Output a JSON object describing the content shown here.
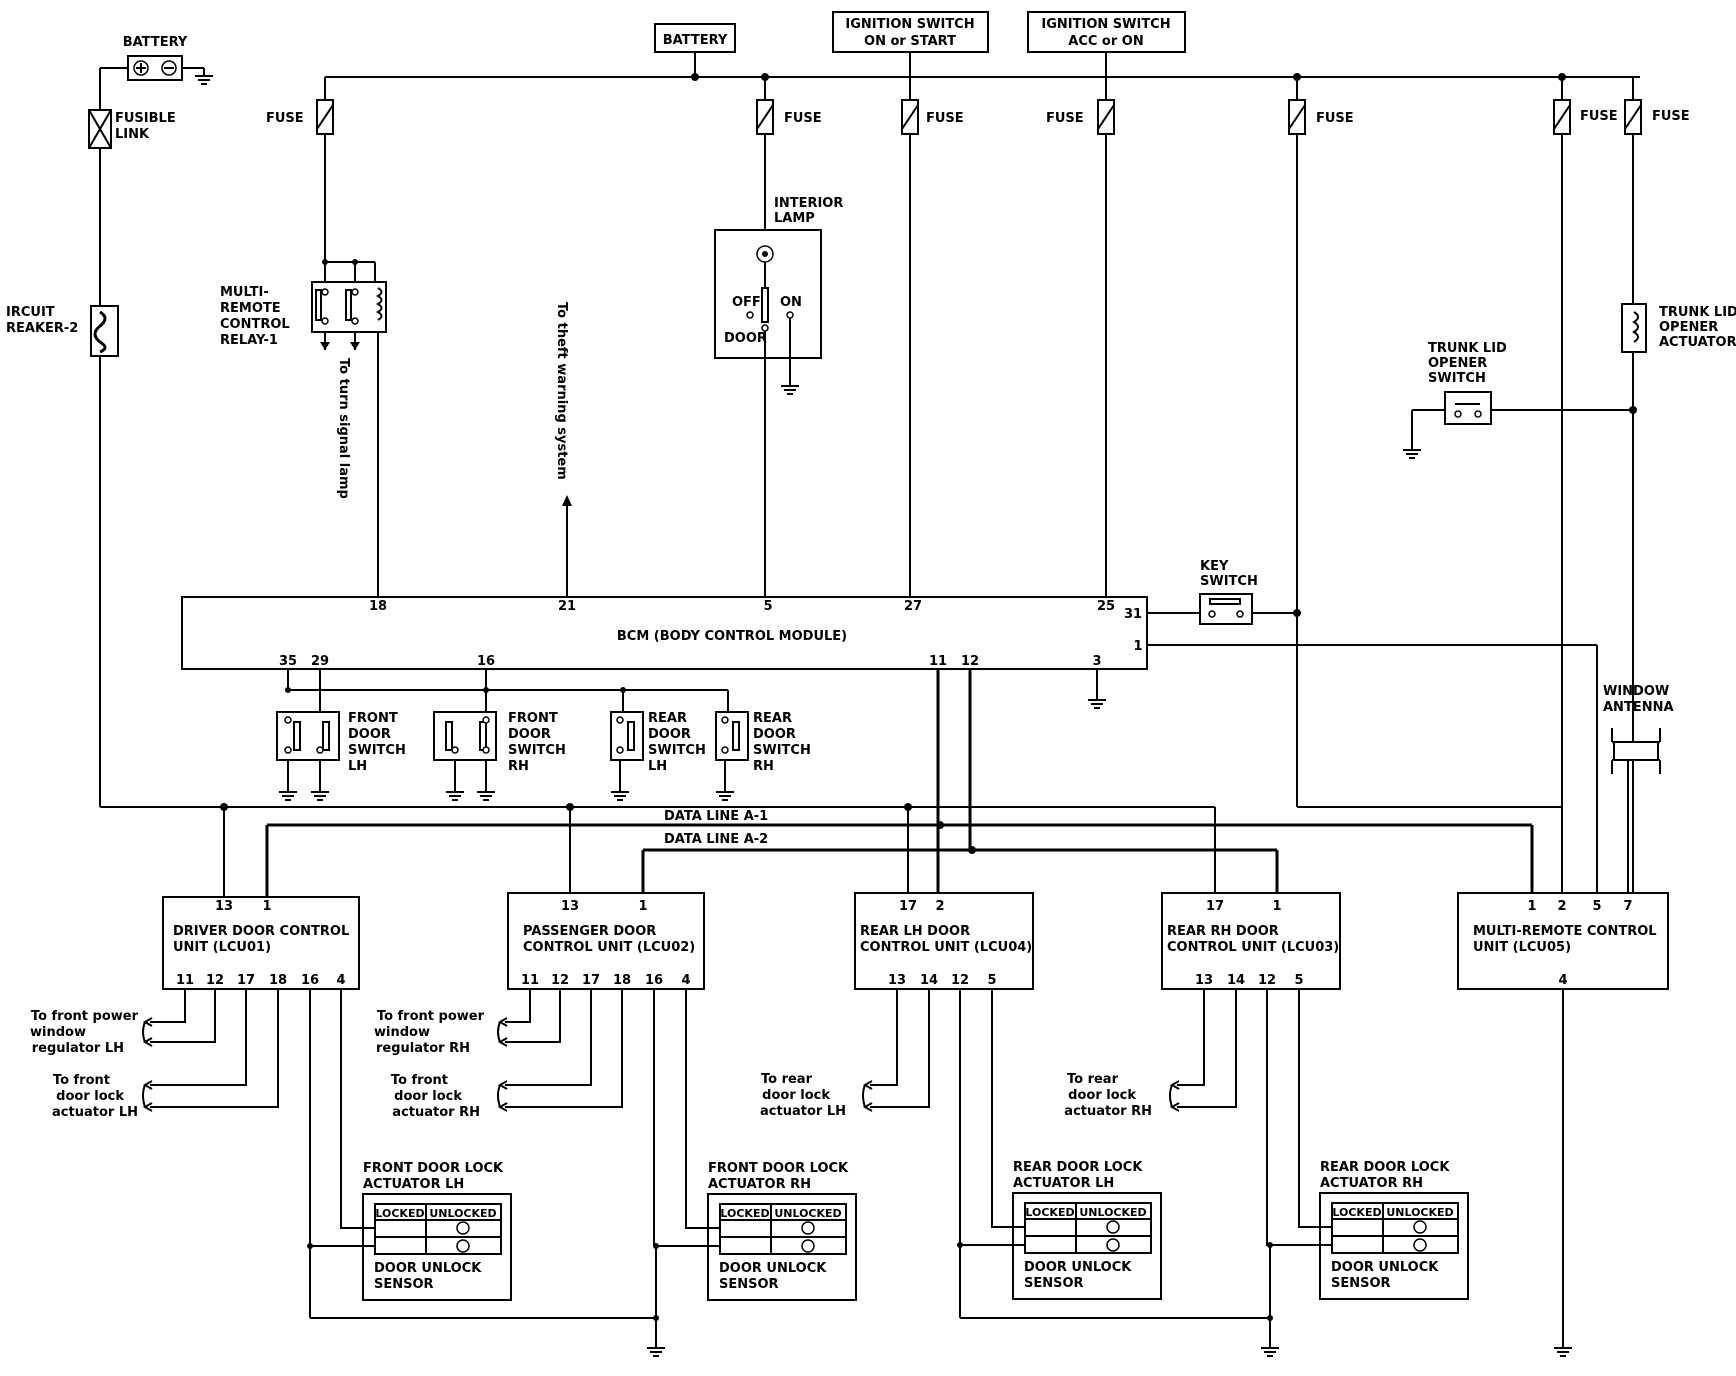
{
  "top": {
    "battery_small": "BATTERY",
    "fusible_link": [
      "FUSIBLE",
      "LINK"
    ],
    "circuit_breaker": [
      "IRCUIT",
      "REAKER-2"
    ],
    "battery_box": "BATTERY",
    "ign_start": [
      "IGNITION  SWITCH",
      "ON  or  START"
    ],
    "ign_acc": [
      "IGNITION  SWITCH",
      "ACC or ON"
    ],
    "fuse": "FUSE"
  },
  "relay": [
    "MULTI-",
    "REMOTE",
    "CONTROL",
    "RELAY-1"
  ],
  "turn_signal": "To turn signal lamp",
  "theft": "To theft warning system",
  "interior_lamp": {
    "title": [
      "INTERIOR",
      "LAMP"
    ],
    "off": "OFF",
    "on": "ON",
    "door": "DOOR"
  },
  "trunk_actuator": [
    "TRUNK LID",
    "OPENER",
    "ACTUATOR"
  ],
  "trunk_switch": [
    "TRUNK LID",
    "OPENER",
    "SWITCH"
  ],
  "key_switch": [
    "KEY",
    "SWITCH"
  ],
  "bcm": {
    "name": "BCM (BODY CONTROL MODULE)",
    "pins_top": [
      "18",
      "21",
      "5",
      "27",
      "25"
    ],
    "pins_right": [
      "31",
      "1"
    ],
    "pins_bottom": [
      "35",
      "29",
      "16",
      "11",
      "12",
      "3"
    ]
  },
  "door_switches": [
    [
      "FRONT",
      "DOOR",
      "SWITCH",
      "LH"
    ],
    [
      "FRONT",
      "DOOR",
      "SWITCH",
      "RH"
    ],
    [
      "REAR",
      "DOOR",
      "SWITCH",
      "LH"
    ],
    [
      "REAR",
      "DOOR",
      "SWITCH",
      "RH"
    ]
  ],
  "window_antenna": [
    "WINDOW",
    "ANTENNA"
  ],
  "data_lines": [
    "DATA LINE A-1",
    "DATA LINE A-2"
  ],
  "units": [
    {
      "name": [
        "DRIVER DOOR CONTROL",
        "UNIT (LCU01)"
      ],
      "top_pins": [
        "13",
        "1"
      ],
      "bottom_pins": [
        "11",
        "12",
        "17",
        "18",
        "16",
        "4"
      ]
    },
    {
      "name": [
        "PASSENGER DOOR",
        "CONTROL UNIT (LCU02)"
      ],
      "top_pins": [
        "13",
        "1"
      ],
      "bottom_pins": [
        "11",
        "12",
        "17",
        "18",
        "16",
        "4"
      ]
    },
    {
      "name": [
        "REAR LH DOOR",
        "CONTROL UNIT (LCU04)"
      ],
      "top_pins": [
        "17",
        "2"
      ],
      "bottom_pins": [
        "13",
        "14",
        "12",
        "5"
      ]
    },
    {
      "name": [
        "REAR RH DOOR",
        "CONTROL UNIT (LCU03)"
      ],
      "top_pins": [
        "17",
        "1"
      ],
      "bottom_pins": [
        "13",
        "14",
        "12",
        "5"
      ]
    },
    {
      "name": [
        "MULTI-REMOTE CONTROL",
        "UNIT (LCU05)"
      ],
      "top_pins": [
        "1",
        "2",
        "5",
        "7"
      ],
      "bottom_pins": [
        "4"
      ]
    }
  ],
  "destinations": [
    [
      "To front power",
      "window",
      "regulator LH"
    ],
    [
      "To front",
      "door lock",
      "actuator LH"
    ],
    [
      "To front power",
      "window",
      "regulator RH"
    ],
    [
      "To front",
      "door lock",
      "actuator RH"
    ],
    [
      "To rear",
      "door lock",
      "actuator LH"
    ],
    [
      "To rear",
      "door lock",
      "actuator RH"
    ]
  ],
  "actuators": [
    {
      "title": [
        "FRONT DOOR LOCK",
        "ACTUATOR LH"
      ],
      "locked": "LOCKED",
      "unlocked": "UNLOCKED",
      "sensor": [
        "DOOR UNLOCK",
        "SENSOR"
      ]
    },
    {
      "title": [
        "FRONT DOOR LOCK",
        "ACTUATOR RH"
      ],
      "locked": "LOCKED",
      "unlocked": "UNLOCKED",
      "sensor": [
        "DOOR UNLOCK",
        "SENSOR"
      ]
    },
    {
      "title": [
        "REAR DOOR LOCK",
        "ACTUATOR LH"
      ],
      "locked": "LOCKED",
      "unlocked": "UNLOCKED",
      "sensor": [
        "DOOR UNLOCK",
        "SENSOR"
      ]
    },
    {
      "title": [
        "REAR DOOR LOCK",
        "ACTUATOR RH"
      ],
      "locked": "LOCKED",
      "unlocked": "UNLOCKED",
      "sensor": [
        "DOOR UNLOCK",
        "SENSOR"
      ]
    }
  ]
}
